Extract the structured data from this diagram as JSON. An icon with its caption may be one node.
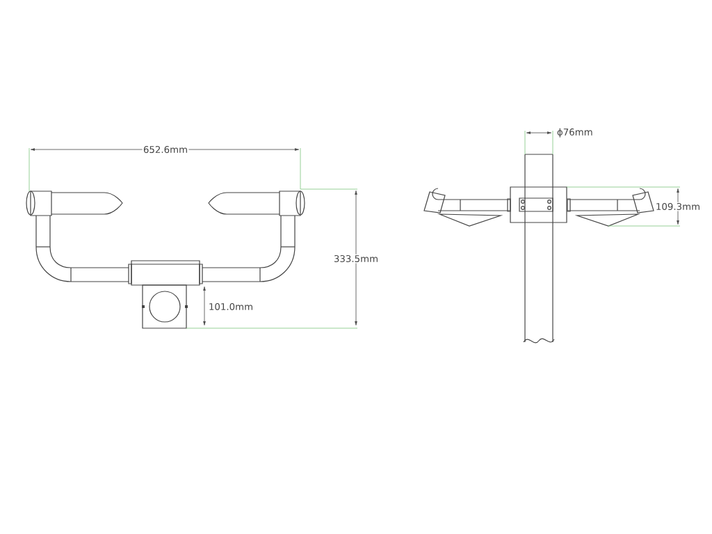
{
  "diagram": {
    "labels": [
      "652.6mm",
      "333.5mm",
      "101.0mm",
      "ϕ76mm",
      "109.3mm"
    ]
  }
}
